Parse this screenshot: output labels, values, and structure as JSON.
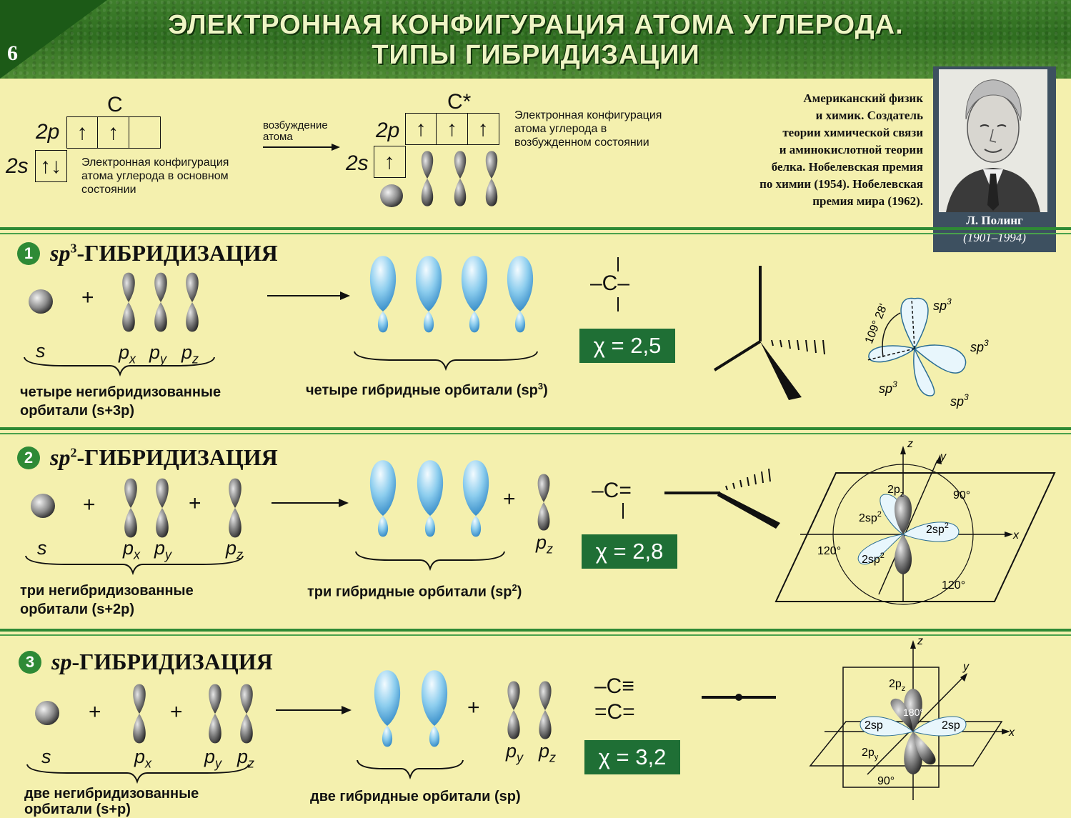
{
  "page_number": "6",
  "title": {
    "line1": "ЭЛЕКТРОННАЯ КОНФИГУРАЦИЯ АТОМА УГЛЕРОДА.",
    "line2": "ТИПЫ ГИБРИДИЗАЦИИ"
  },
  "ground_state": {
    "atom": "C",
    "label_2p": "2p",
    "label_2s": "2s",
    "cells_2p": [
      "↑",
      "↑",
      ""
    ],
    "cell_2s": "↑↓",
    "caption": [
      "Электронная конфигурация",
      "атома углерода в основном",
      "состоянии"
    ]
  },
  "transition": {
    "line1": "возбуждение",
    "line2": "атома"
  },
  "excited_state": {
    "atom": "C*",
    "label_2p": "2p",
    "label_2s": "2s",
    "cells_2p": [
      "↑",
      "↑",
      "↑"
    ],
    "cell_2s": "↑",
    "caption": [
      "Электронная конфигурация",
      "атома углерода в",
      "возбужденном состоянии"
    ]
  },
  "bio": {
    "lines": [
      "Американский физик",
      "и химик. Создатель",
      "теории химической связи",
      "и аминокислотной теории",
      "белка. Нобелевская премия",
      "по химии (1954). Нобелевская",
      "премия мира (1962)."
    ],
    "name": "Л. Полинг",
    "years": "(1901–1994)"
  },
  "sections": [
    {
      "number": "1",
      "title_sp": "sp",
      "title_sup": "3",
      "title_rest": "-ГИБРИДИЗАЦИЯ",
      "labels": {
        "s": "s",
        "p1": "p",
        "p1_sub": "x",
        "p2": "p",
        "p2_sub": "y",
        "p3": "p",
        "p3_sub": "z"
      },
      "plus": "+",
      "caption_left": [
        "четыре негибридизованные",
        "орбитали (s+3p)"
      ],
      "caption_mid": "четыре гибридные орбитали (sp",
      "caption_mid_sup": "3",
      "caption_mid_end": ")",
      "formula": "–C–",
      "electronegativity": "χ = 2,5",
      "angle": "109° 28'",
      "orbital_label": "sp",
      "orbital_label_sup": "3"
    },
    {
      "number": "2",
      "title_sp": "sp",
      "title_sup": "2",
      "title_rest": "-ГИБРИДИЗАЦИЯ",
      "labels": {
        "s": "s",
        "p1": "p",
        "p1_sub": "x",
        "p2": "p",
        "p2_sub": "y",
        "pz": "p",
        "pz_sub": "z"
      },
      "plus": "+",
      "caption_left": [
        "три негибридизованные",
        "орбитали (s+2p)"
      ],
      "caption_mid": "три гибридные орбитали (sp",
      "caption_mid_sup": "2",
      "caption_mid_end": ")",
      "formula": "–C=",
      "electronegativity": "χ = 2,8",
      "diagram": {
        "axis_z": "z",
        "axis_y": "y",
        "axis_x": "x",
        "p_label": "2p",
        "p_sub": "z",
        "sp_label": "2sp",
        "sp_sup": "2",
        "angle90": "90°",
        "angle120": "120°"
      }
    },
    {
      "number": "3",
      "title_sp": "sp",
      "title_rest": "-ГИБРИДИЗАЦИЯ",
      "labels": {
        "s": "s",
        "p1": "p",
        "p1_sub": "x",
        "p2": "p",
        "p2_sub": "y",
        "p3": "p",
        "p3_sub": "z",
        "py": "p",
        "py_sub": "y",
        "pz": "p",
        "pz_sub": "z"
      },
      "plus": "+",
      "caption_left": [
        "две негибридизованные",
        "орбитали (s+p)"
      ],
      "caption_mid": "две гибридные орбитали (sp)",
      "formula1": "–C≡",
      "formula2": "=C=",
      "electronegativity": "χ = 3,2",
      "diagram": {
        "axis_z": "z",
        "axis_y": "y",
        "axis_x": "x",
        "pz_label": "2p",
        "pz_sub": "z",
        "py_label": "2p",
        "py_sub": "y",
        "sp_label": "2sp",
        "angle180": "180°",
        "angle90": "90°"
      }
    }
  ],
  "colors": {
    "header_green": "#2f6e20",
    "band_green": "#2f8a35",
    "chi_box": "#1f6f35",
    "background": "#f4f0ae",
    "hybrid_blue": "#5fb6e2"
  }
}
